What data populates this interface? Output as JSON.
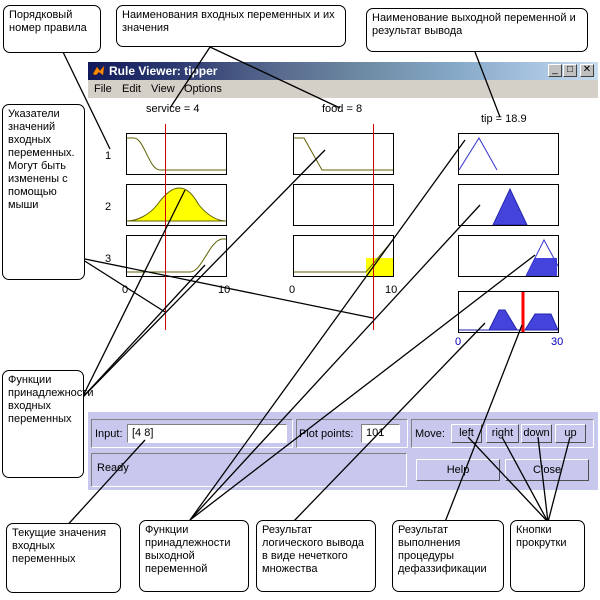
{
  "window": {
    "title": "Rule Viewer: tipper",
    "menu": [
      "File",
      "Edit",
      "View",
      "Options"
    ]
  },
  "inputs": [
    {
      "header": "service = 4",
      "axis_min": "0",
      "axis_max": "10"
    },
    {
      "header": "food = 8",
      "axis_min": "0",
      "axis_max": "10"
    }
  ],
  "output": {
    "header": "tip = 18.9",
    "axis_min": "0",
    "axis_max": "30"
  },
  "rule_numbers": [
    "1",
    "2",
    "3"
  ],
  "controls": {
    "input_label": "Input:",
    "input_value": "[4 8]",
    "plot_points_label": "Plot points:",
    "plot_points_value": "101",
    "move_label": "Move:",
    "move_buttons": [
      "left",
      "right",
      "down",
      "up"
    ],
    "status": "Ready",
    "help_button": "Help",
    "close_button": "Close"
  },
  "annotations": {
    "rule_number": "Порядковый номер правила",
    "input_names": "Наименования входных переменных и их значения",
    "output_name": "Наименование выходной переменной и результат вывода",
    "pointers": "Указатели значений входных переменных. Могут быть изменены с помощью мыши",
    "input_mf": "Функции принадлежности входных переменных",
    "current_values": "Текущие значения входных переменных",
    "output_mf": "Функции принадлежности выходной переменной",
    "fuzzy_result": "Результат логического вывода в виде нечеткого множества",
    "defuzz_result": "Результат выполнения процедуры дефаззификации",
    "scroll_buttons": "Кнопки прокрутки"
  },
  "colors": {
    "input_fill": "#ffff00",
    "output_fill": "#4444dd",
    "pointer": "#d00000",
    "defuzz_line": "#ff0000",
    "control_panel": "#c8c8ee",
    "axis_blue": "#0000c0"
  },
  "icons": {
    "logo": "matlab-logo-icon",
    "minimize": "minimize-icon",
    "maximize": "maximize-icon",
    "close": "close-icon"
  }
}
